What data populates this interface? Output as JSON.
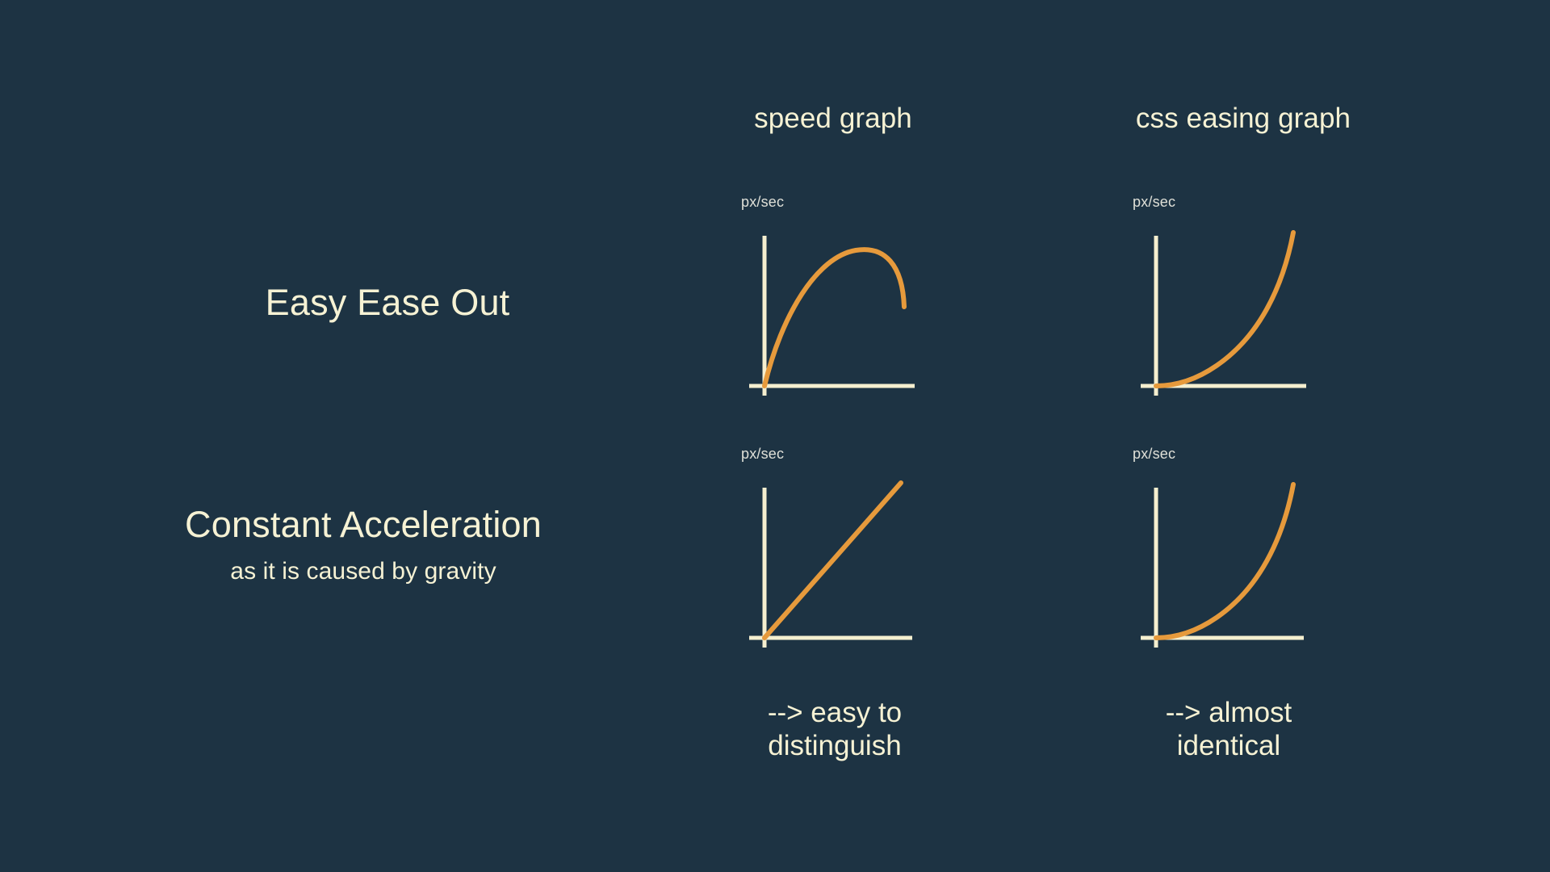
{
  "theme": {
    "background": "#1d3343",
    "text": "#f6f2d4",
    "axis": "#f5efcf",
    "curve": "#e69a3c",
    "muted_text": "#dfe0d8"
  },
  "columns": [
    {
      "id": "speed",
      "label": "speed graph"
    },
    {
      "id": "easing",
      "label": "css easing graph"
    }
  ],
  "rows": [
    {
      "id": "easy-ease-out",
      "title": "Easy Ease Out",
      "subtitle": ""
    },
    {
      "id": "constant-acceleration",
      "title": "Constant Acceleration",
      "subtitle": "as it is caused by gravity"
    }
  ],
  "axis_label": "px/sec",
  "notes": [
    {
      "id": "speed",
      "text": "--> easy to\ndistinguish"
    },
    {
      "id": "easing",
      "text": "--> almost\nidentical"
    }
  ],
  "chart_data": [
    {
      "id": "easy-ease-out-speed",
      "type": "line",
      "title": "Easy Ease Out — speed graph",
      "ylabel": "px/sec",
      "xlabel": "",
      "grid": false,
      "legend": "none",
      "xlim": [
        0,
        1
      ],
      "ylim": [
        0,
        1
      ],
      "description": "velocity rises quickly, peaks, then falls back slightly",
      "x": [
        0.0,
        0.1,
        0.2,
        0.3,
        0.4,
        0.5,
        0.6,
        0.7,
        0.8,
        0.9,
        1.0
      ],
      "y": [
        0.0,
        0.3,
        0.5,
        0.66,
        0.78,
        0.87,
        0.93,
        0.97,
        0.98,
        0.92,
        0.72
      ]
    },
    {
      "id": "easy-ease-out-css",
      "type": "line",
      "title": "Easy Ease Out — css easing graph",
      "ylabel": "px/sec",
      "xlabel": "",
      "grid": false,
      "legend": "none",
      "xlim": [
        0,
        1
      ],
      "ylim": [
        0,
        1.15
      ],
      "description": "ease-in style progress curve, accelerating to the top right",
      "x": [
        0.0,
        0.1,
        0.2,
        0.3,
        0.4,
        0.5,
        0.6,
        0.7,
        0.8,
        0.9,
        1.0
      ],
      "y": [
        0.0,
        0.01,
        0.04,
        0.09,
        0.16,
        0.26,
        0.38,
        0.53,
        0.71,
        0.91,
        1.15
      ]
    },
    {
      "id": "constant-acceleration-speed",
      "type": "line",
      "title": "Constant Acceleration — speed graph",
      "ylabel": "px/sec",
      "xlabel": "",
      "grid": false,
      "legend": "none",
      "xlim": [
        0,
        1
      ],
      "ylim": [
        0,
        1.15
      ],
      "description": "perfectly straight line: velocity increases linearly",
      "x": [
        0.0,
        0.25,
        0.5,
        0.75,
        1.0
      ],
      "y": [
        0.0,
        0.29,
        0.58,
        0.86,
        1.15
      ]
    },
    {
      "id": "constant-acceleration-css",
      "type": "line",
      "title": "Constant Acceleration — css easing graph",
      "ylabel": "px/sec",
      "xlabel": "",
      "grid": false,
      "legend": "none",
      "xlim": [
        0,
        1
      ],
      "ylim": [
        0,
        1.15
      ],
      "description": "quadratic progress curve, nearly identical to the ease-in css curve above",
      "x": [
        0.0,
        0.1,
        0.2,
        0.3,
        0.4,
        0.5,
        0.6,
        0.7,
        0.8,
        0.9,
        1.0
      ],
      "y": [
        0.0,
        0.01,
        0.05,
        0.1,
        0.18,
        0.28,
        0.41,
        0.56,
        0.73,
        0.93,
        1.15
      ]
    }
  ]
}
